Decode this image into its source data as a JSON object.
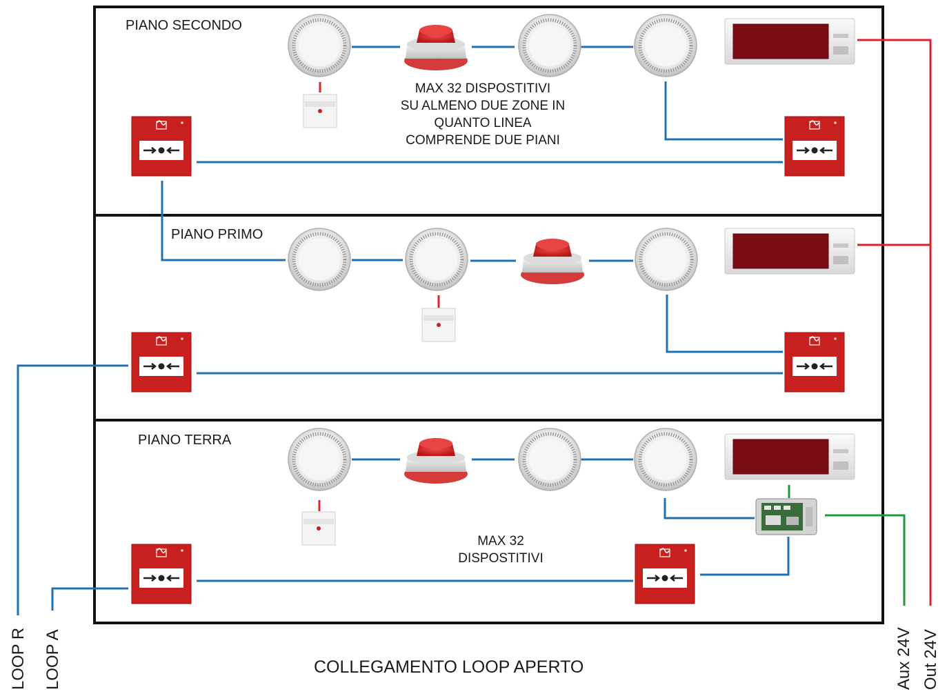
{
  "floors": [
    {
      "name": "PIANO SECONDO"
    },
    {
      "name": "PIANO PRIMO"
    },
    {
      "name": "PIANO TERRA"
    }
  ],
  "notes": {
    "top": [
      "MAX 32 DISPOSTITIVI",
      "SU ALMENO DUE ZONE IN",
      "QUANTO LINEA",
      "COMPRENDE DUE PIANI"
    ],
    "bottom": [
      "MAX 32",
      "DISPOSTITIVI"
    ]
  },
  "side_labels": {
    "loop_r": "LOOP R",
    "loop_a": "LOOP A",
    "aux": "Aux 24V",
    "out": "Out 24V"
  },
  "caption": "COLLEGAMENTO LOOP APERTO",
  "colors": {
    "loop_wire": "#1f6fb5",
    "power_wire": "#e0202a",
    "aux_wire": "#1e9a3a",
    "call_point": "#c8201e",
    "panel_display": "#7a0c14"
  },
  "icons": [
    "smoke-detector-icon",
    "sounder-beacon-icon",
    "manual-call-point-icon",
    "remote-indicator-icon",
    "repeater-panel-icon",
    "power-module-icon"
  ]
}
